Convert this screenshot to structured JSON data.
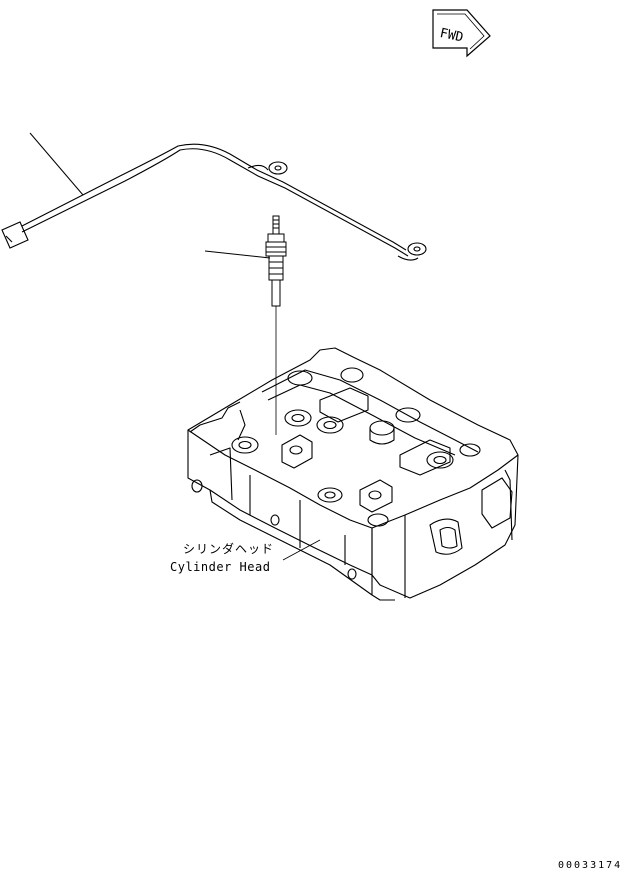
{
  "fwd_indicator": {
    "label": "FWD"
  },
  "part_label": {
    "japanese": "シリンダヘッド",
    "english": "Cylinder Head"
  },
  "drawing_number": "00033174",
  "colors": {
    "line": "#000000",
    "background": "#ffffff"
  }
}
